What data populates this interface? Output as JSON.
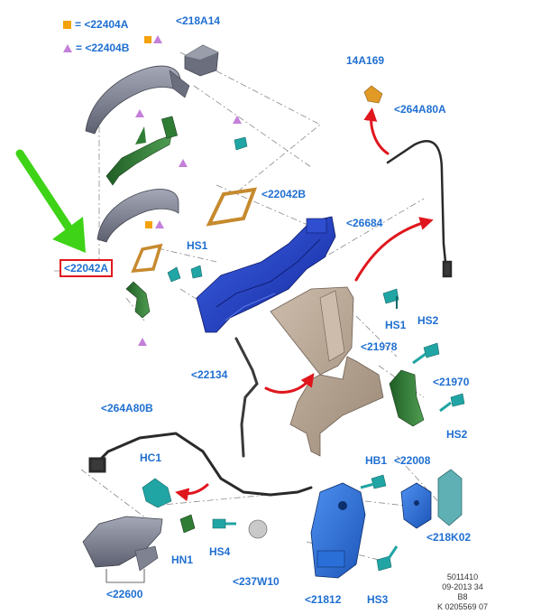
{
  "legend": [
    {
      "symbol": "square",
      "color": "#f4a20c",
      "text": "= <22404A"
    },
    {
      "symbol": "triangle",
      "color": "#c47fd9",
      "text": "= <22404B"
    }
  ],
  "labels": {
    "p218A14": "<218A14",
    "p14A169": "14A169",
    "p264A80A": "<264A80A",
    "p22042B": "<22042B",
    "p26684": "<26684",
    "p22042A": "<22042A",
    "hs1_upper": "HS1",
    "hs1_lower": "HS1",
    "hs2_upper": "HS2",
    "p21978": "<21978",
    "p22134": "<22134",
    "p21970": "<21970",
    "hs2_lower": "HS2",
    "p264A80B": "<264A80B",
    "hc1": "HC1",
    "hb1": "HB1",
    "p22008": "<22008",
    "p218K02": "<218K02",
    "hn1": "HN1",
    "hs4": "HS4",
    "p237W10": "<237W10",
    "p22600": "<22600",
    "p21812": "<21812",
    "hs3": "HS3"
  },
  "meta": {
    "line1": "5011410",
    "line2": "09-2013 34",
    "line3": "B8",
    "line4": "K 0205569 07"
  },
  "colors": {
    "label_text": "#1f6fd1",
    "highlight_box": "#e0161d",
    "pointer_arrow": "#3ed316",
    "flow_arrow": "#e0161d",
    "bracket_blue": "#1e3fc4",
    "lock_blue": "#2a6fd8",
    "panel_tan": "#b8a594",
    "seal_green": "#2f7d34",
    "gasket_orange": "#c68a2e",
    "handle_grey": "#7e8291",
    "clip_teal": "#21a5a4"
  }
}
